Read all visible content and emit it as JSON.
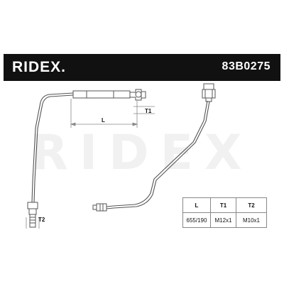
{
  "header": {
    "brand": "RIDEX.",
    "part_number": "83B0275"
  },
  "watermark": "RIDEX",
  "dimensions": {
    "length_label": "L",
    "thread1_label": "T1",
    "thread2_label": "T2"
  },
  "spec_table": {
    "headers": [
      "L",
      "T1",
      "T2"
    ],
    "row": [
      "655/190",
      "M12x1",
      "M10x1"
    ]
  }
}
